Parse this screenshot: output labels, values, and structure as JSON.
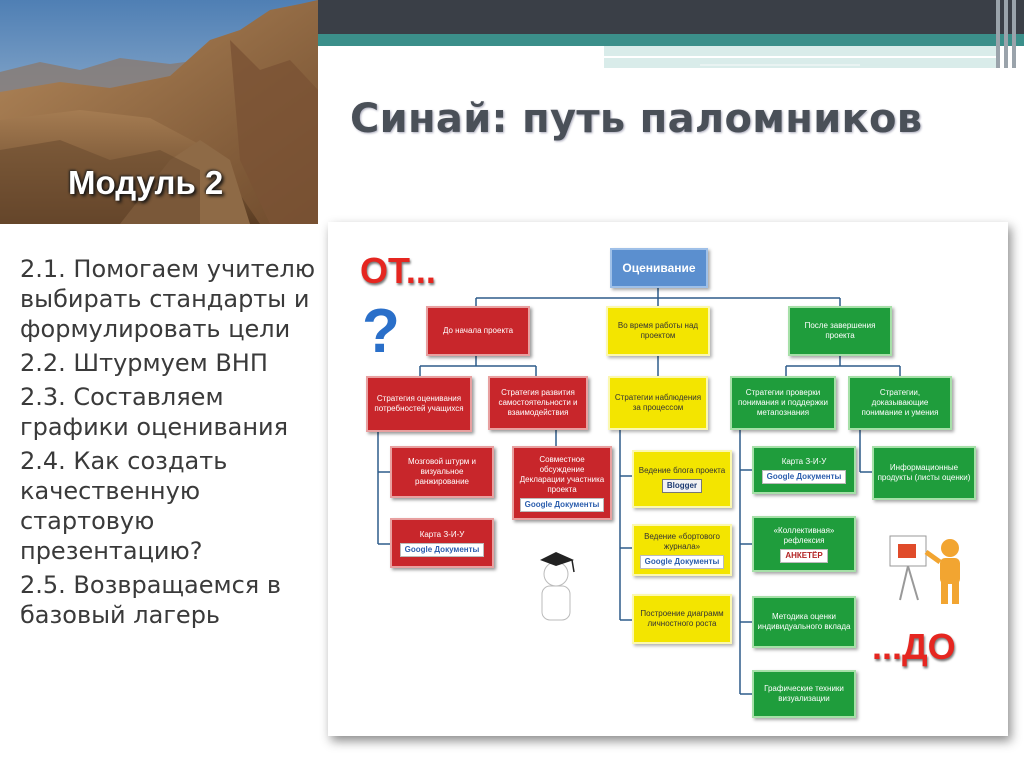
{
  "slide": {
    "title": "Синай: путь паломников",
    "module_label": "Модуль 2",
    "topics": [
      "2.1. Помогаем учителю выбирать стандарты и формулировать цели",
      "2.2. Штурмуем ВНП",
      "2.3. Составляем графики оценивания",
      "2.4. Как создать качественную стартовую презентацию?",
      "2.5. Возвращаемся в базовый лагерь"
    ]
  },
  "diagram": {
    "from_label": "ОТ...",
    "to_label": "...ДО",
    "root": "Оценивание",
    "phases": {
      "before": "До начала проекта",
      "during": "Во время работы над проектом",
      "after": "После завершения проекта"
    },
    "strategies": {
      "needs": "Стратегия оценивания потребностей учащихся",
      "independence": "Стратегия развития самостоятельности и взаимодействия",
      "process": "Стратегии наблюдения за процессом",
      "metacognition": "Стратегии проверки понимания и поддержки метапознания",
      "proving": "Стратегии, доказывающие понимание и умения"
    },
    "tools": {
      "brainstorm": "Мозговой штурм и визуальное ранжирование",
      "kwl_red": "Карта З-И-У",
      "declaration": "Совместное обсуждение Декларации участника проекта",
      "blog": "Ведение блога проекта",
      "onboard_journal": "Ведение «бортового журнала»",
      "diagrams": "Построение диаграмм личностного роста",
      "kwl_green": "Карта З-И-У",
      "collective_reflection": "«Коллективная» рефлексия",
      "peer_assessment": "Методика оценки индивидуального вклада",
      "visualization": "Графические техники визуализации",
      "info_products": "Информационные продукты (листы оценки)"
    },
    "chips": {
      "google_docs": "Google Документы",
      "blogger": "Blogger",
      "anketer": "АНКЕТЁР"
    }
  }
}
